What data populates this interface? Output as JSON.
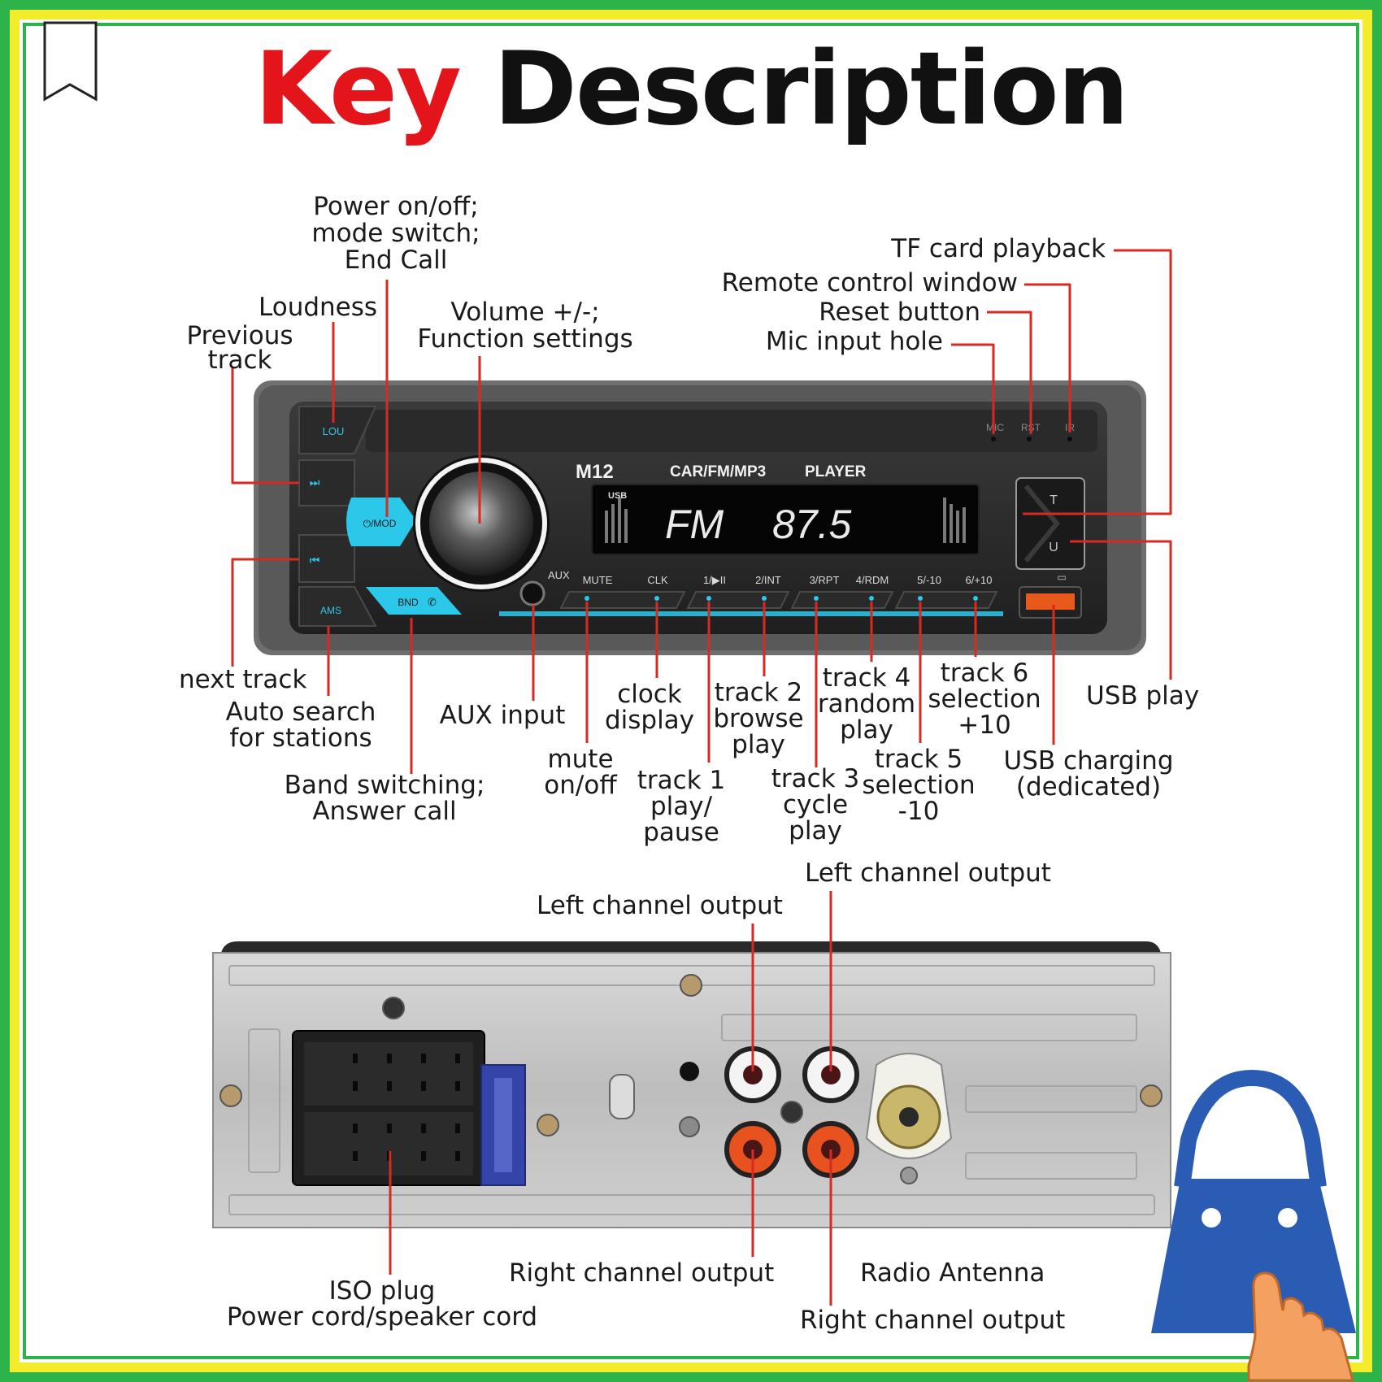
{
  "title": {
    "key": "Key",
    "description": "Description"
  },
  "radio": {
    "model": "M12",
    "subtitle": "CAR/FM/MP3",
    "player": "PLAYER",
    "display_source": "USB",
    "display_band": "FM",
    "display_freq": "87.5",
    "buttons": {
      "lou": "LOU",
      "mod": "⏻/MOD",
      "ams": "AMS",
      "bnd": "BND",
      "aux": "AUX",
      "mute": "MUTE",
      "clk": "CLK",
      "b1": "1/▶II",
      "b2": "2/INT",
      "b3": "3/RPT",
      "b4": "4/RDM",
      "b5": "5/-10",
      "b6": "6/+10",
      "mic": "MIC",
      "rst": "RST",
      "ir": "IR",
      "t": "T",
      "u": "U"
    }
  },
  "labels": {
    "power": "Power on/off;\nmode switch;\nEnd Call",
    "loudness": "Loudness",
    "previous": "Previous\ntrack",
    "volume": "Volume +/-;\nFunction settings",
    "tf_card": "TF card playback",
    "remote": "Remote control window",
    "reset": "Reset button",
    "mic": "Mic input hole",
    "next": "next track",
    "auto_search": "Auto search\nfor stations",
    "band": "Band switching;\nAnswer call",
    "aux": "AUX input",
    "mute": "mute\non/off",
    "clock": "clock\ndisplay",
    "track1": "track 1\nplay/\npause",
    "track2": "track 2\nbrowse\nplay",
    "track3": "track 3\ncycle\nplay",
    "track4": "track 4\nrandom\nplay",
    "track5": "track 5\nselection\n-10",
    "track6": "track 6\nselection\n+10",
    "usb_charging": "USB charging\n(dedicated)",
    "usb_play": "USB play",
    "left_out_1": "Left channel output",
    "left_out_2": "Left channel output",
    "right_out_1": "Right channel output",
    "right_out_2": "Right channel output",
    "radio_antenna": "Radio Antenna",
    "iso_plug": "ISO plug\nPower cord/speaker cord"
  },
  "colors": {
    "frame_green": "#2db34a",
    "frame_yellow": "#f2ec2a",
    "title_red": "#e3151b",
    "leader_red": "#d62a22",
    "accent_cyan": "#2bc8ea",
    "bag_blue": "#2a5cb4"
  }
}
